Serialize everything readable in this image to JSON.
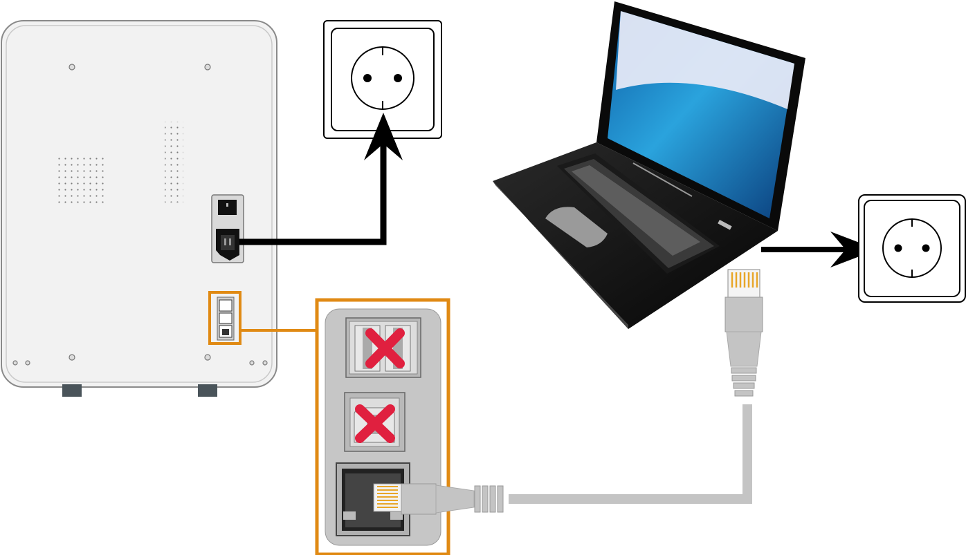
{
  "diagram": {
    "printed_text": [],
    "colors": {
      "highlight_frame": "#E08A14",
      "forbidden_mark": "#E0203F",
      "power_cable": "#000000",
      "network_cable": "#C4C4C4",
      "device_body": "#F2F2F2",
      "connector_pins": "#E8A628",
      "laptop_screen": "#2AA3DD"
    },
    "components": [
      {
        "id": "device-rear-panel",
        "icon": "device-back-panel-icon"
      },
      {
        "id": "device-power-switch",
        "icon": "power-switch-icon"
      },
      {
        "id": "device-power-inlet",
        "icon": "iec-power-inlet-icon"
      },
      {
        "id": "device-port-group",
        "icon": "port-group-icon"
      },
      {
        "id": "wall-socket-1",
        "icon": "wall-outlet-icon"
      },
      {
        "id": "laptop",
        "icon": "laptop-icon"
      },
      {
        "id": "wall-socket-2",
        "icon": "wall-outlet-icon"
      },
      {
        "id": "port-zoom-panel",
        "icon": "zoom-panel-icon"
      },
      {
        "id": "usb-a-port",
        "icon": "usb-a-port-icon",
        "status": "not-used",
        "mark": "x-mark-icon"
      },
      {
        "id": "usb-b-port",
        "icon": "usb-b-port-icon",
        "status": "not-used",
        "mark": "x-mark-icon"
      },
      {
        "id": "ethernet-port",
        "icon": "rj45-port-icon",
        "status": "connected"
      },
      {
        "id": "ethernet-cable",
        "icon": "rj45-cable-icon"
      }
    ],
    "connections": [
      {
        "from": "device-power-inlet",
        "to": "wall-socket-1",
        "type": "power-cable",
        "arrow": "arrow-up-icon"
      },
      {
        "from": "laptop",
        "to": "wall-socket-2",
        "type": "power-cable",
        "arrow": "arrow-right-icon"
      },
      {
        "from": "ethernet-port",
        "to": "laptop",
        "type": "ethernet-cable"
      },
      {
        "from": "device-port-group",
        "to": "port-zoom-panel",
        "type": "callout-line"
      }
    ]
  }
}
